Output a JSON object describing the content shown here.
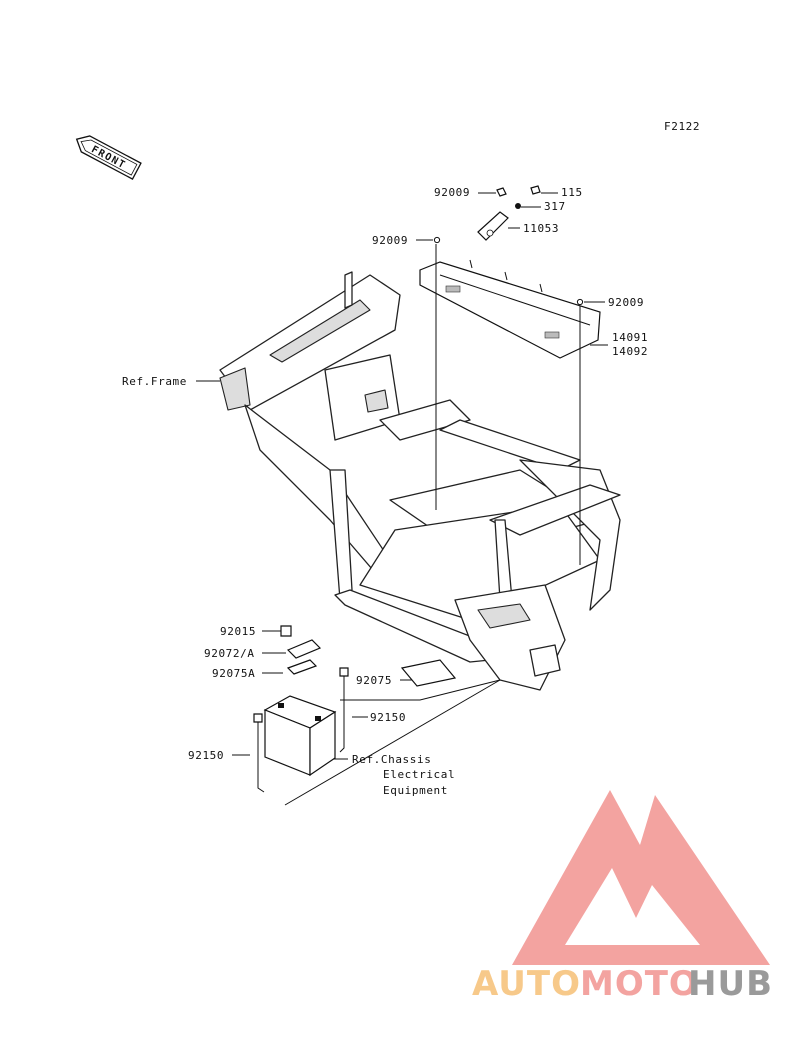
{
  "diagram": {
    "code": "F2122",
    "front_arrow_text": "FRONT",
    "labels": {
      "p92009_top": "92009",
      "p115": "115",
      "p317": "317",
      "p11053": "11053",
      "p92009_left": "92009",
      "p92009_right": "92009",
      "p14091": "14091",
      "p14092": "14092",
      "ref_frame": "Ref.Frame",
      "p92015": "92015",
      "p92072a": "92072/A",
      "p92075a": "92075A",
      "p92075": "92075",
      "p92150_right": "92150",
      "p92150_left": "92150",
      "ref_chassis_1": "Ref.Chassis",
      "ref_chassis_2": "Electrical",
      "ref_chassis_3": "Equipment"
    }
  },
  "watermark": {
    "auto": "AUTO",
    "moto": "MOTO",
    "hub": "HUB",
    "colors": {
      "auto": "#f7c98a",
      "moto": "#f3a3a0",
      "hub": "#9a9a9a",
      "triangle": "#f3a3a0"
    }
  }
}
